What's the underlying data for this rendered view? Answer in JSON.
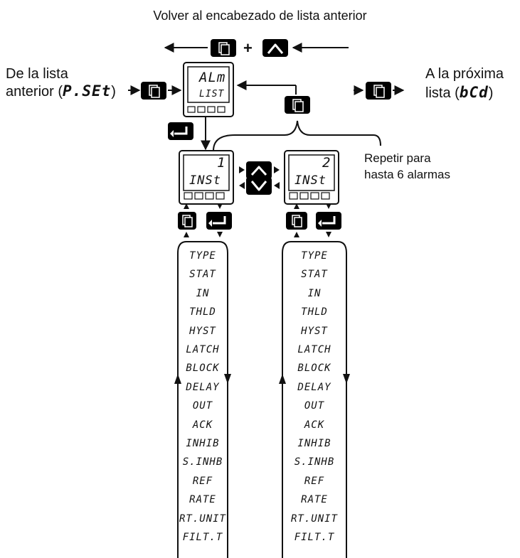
{
  "header": {
    "back_label": "Volver al encabezado de lista anterior",
    "plus": "+"
  },
  "left_label": {
    "line1": "De la lista",
    "line2_prefix": "anterior (",
    "line2_code": "P.SEt",
    "line2_suffix": ")"
  },
  "right_label": {
    "line1": "A la próxima",
    "line2_prefix": "lista (",
    "line2_code": "bCd",
    "line2_suffix": ")"
  },
  "list_display": {
    "top": "ALm",
    "bottom": "LIST"
  },
  "instances": [
    {
      "number": "1",
      "label": "INSt"
    },
    {
      "number": "2",
      "label": "INSt"
    }
  ],
  "repeat_note": {
    "line1": "Repetir para",
    "line2": "hasta 6 alarmas"
  },
  "parameters": [
    "TYPE",
    "STAT",
    "IN",
    "THLD",
    "HYST",
    "LATCH",
    "BLOCK",
    "DELAY",
    "OUT",
    "ACK",
    "INHIB",
    "S.INHB",
    "REF",
    "RATE",
    "RT.UNIT",
    "FILT.T"
  ],
  "colors": {
    "key_fill": "#000000",
    "ink": "#111111",
    "background": "#ffffff"
  },
  "icons": {
    "page_key": "page-icon",
    "scroll_key": "enter-icon",
    "up_key": "up-arrow-icon",
    "down_key": "down-arrow-icon"
  }
}
